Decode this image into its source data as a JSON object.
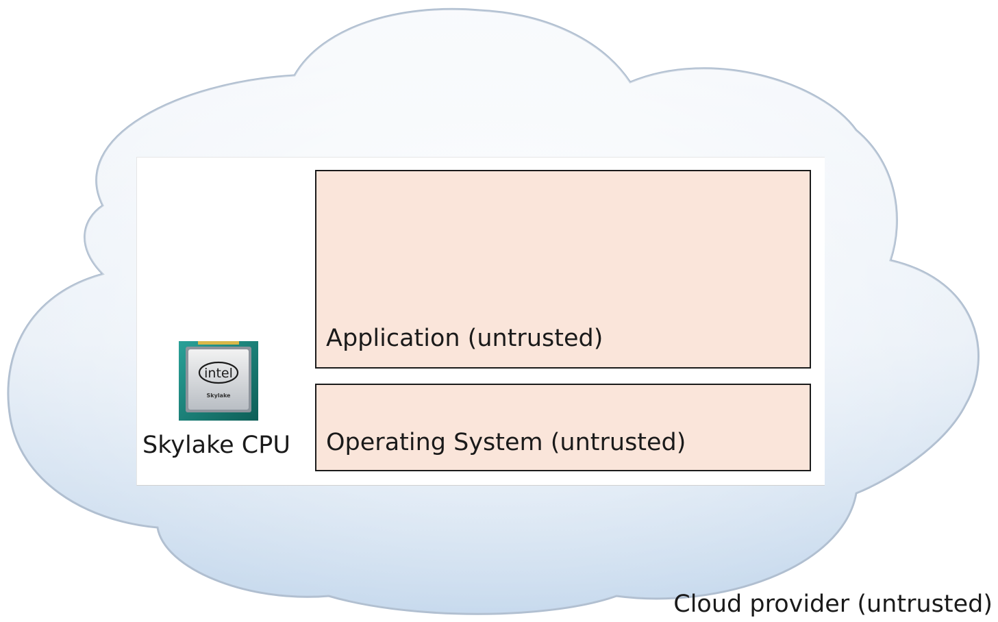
{
  "cloud": {
    "label": "Cloud provider (untrusted)",
    "fill_top": "#f4f7fb",
    "fill_bottom": "#c9dcef",
    "edge": "#a9b9cc"
  },
  "cpu": {
    "label": "Skylake CPU",
    "chip_brand": "intel",
    "chip_model": "Skylake",
    "icon": "cpu-chip-icon"
  },
  "layers": {
    "application": "Application (untrusted)",
    "operating_system": "Operating System (untrusted)",
    "fill": "#fae5da",
    "border": "#1a1a1a"
  }
}
